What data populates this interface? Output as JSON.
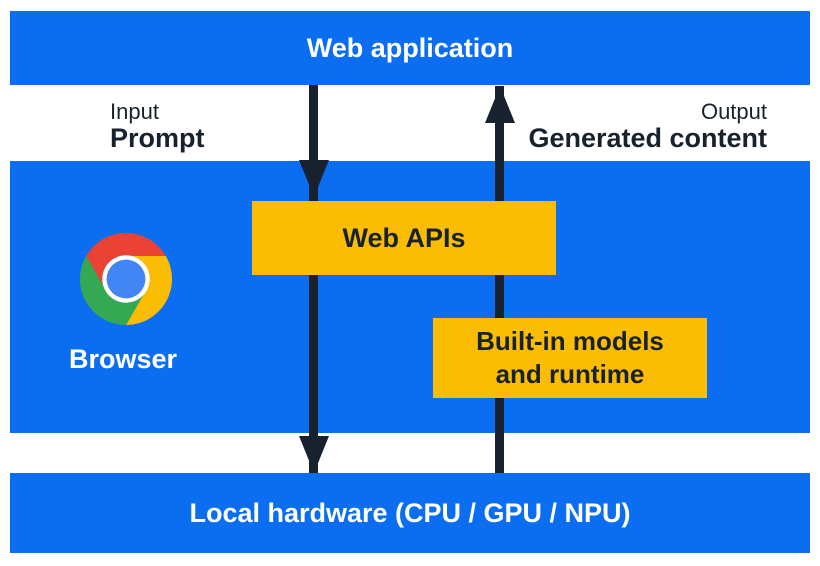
{
  "colors": {
    "blue": "#0B6EF0",
    "yellow": "#FBBC04",
    "dark": "#18222F",
    "white": "#FFFFFF",
    "chrome_red": "#EA4335",
    "chrome_yellow": "#FBBC04",
    "chrome_green": "#34A853",
    "chrome_blue": "#4285F4"
  },
  "diagram": {
    "top_bar": {
      "label": "Web application"
    },
    "input_label": {
      "line1": "Input",
      "line2": "Prompt"
    },
    "output_label": {
      "line1": "Output",
      "line2": "Generated content"
    },
    "browser": {
      "label": "Browser",
      "logo": "chrome-logo"
    },
    "web_apis_box": {
      "label": "Web APIs"
    },
    "builtin_box": {
      "line1": "Built-in models",
      "line2": "and runtime"
    },
    "bottom_bar": {
      "label": "Local hardware (CPU / GPU / NPU)"
    },
    "arrows": {
      "down_arrow": "web-application-to-local-hardware",
      "up_arrow": "local-hardware-to-web-application"
    }
  }
}
